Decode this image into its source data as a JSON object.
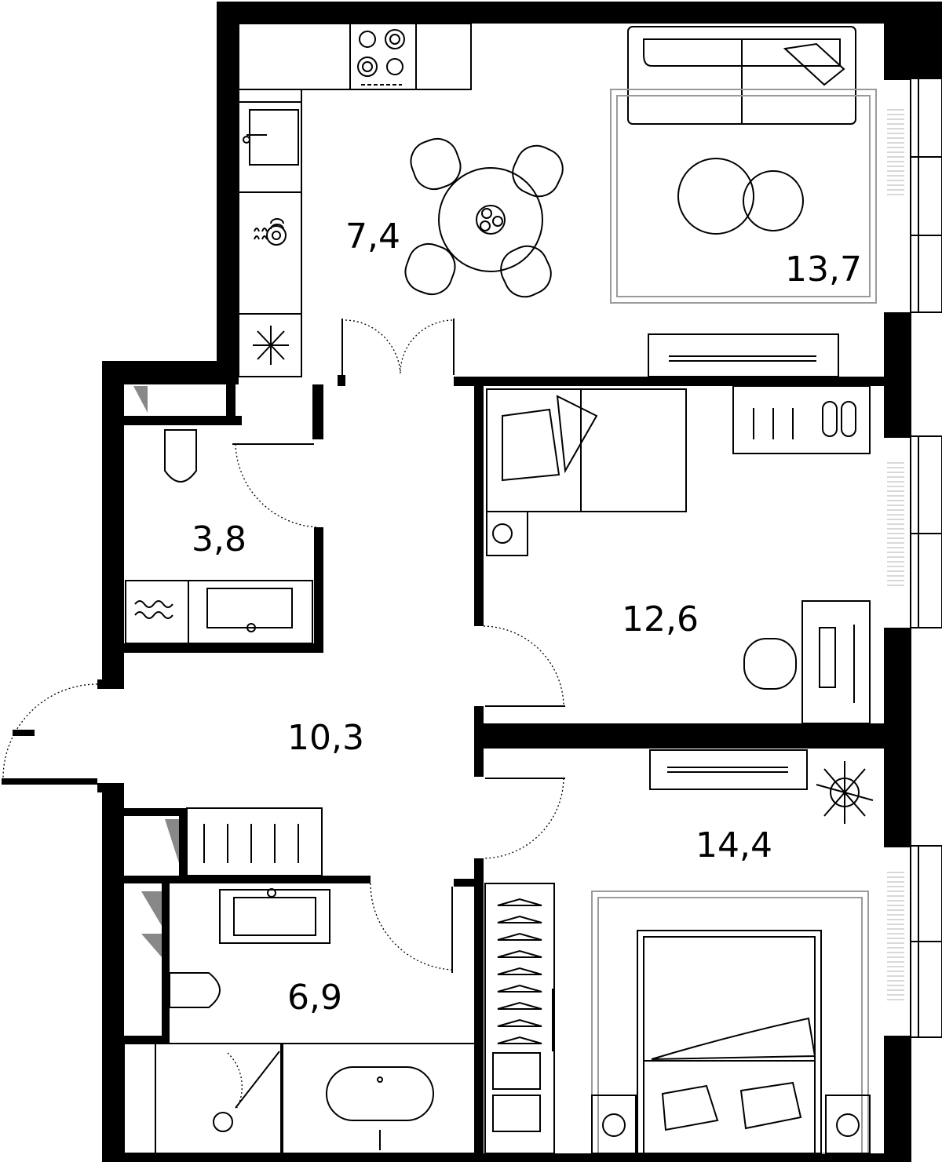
{
  "rooms": [
    {
      "id": "kitchen",
      "area": "7,4"
    },
    {
      "id": "living",
      "area": "13,7"
    },
    {
      "id": "wc",
      "area": "3,8"
    },
    {
      "id": "bedroom-small",
      "area": "12,6"
    },
    {
      "id": "hall",
      "area": "10,3"
    },
    {
      "id": "bedroom-master",
      "area": "14,4"
    },
    {
      "id": "bathroom",
      "area": "6,9"
    }
  ],
  "icons": [
    "stove-icon",
    "sink-icon",
    "dishwasher-icon",
    "fridge-icon",
    "sofa-icon",
    "rug-icon",
    "dining-table-icon",
    "chair-icon",
    "tv-unit-icon",
    "bed-icon",
    "wardrobe-icon",
    "desk-icon",
    "toilet-icon",
    "washbasin-icon",
    "washing-machine-icon",
    "bathtub-icon",
    "shower-icon",
    "plant-icon",
    "nightstand-icon"
  ],
  "colors": {
    "wall": "#000000",
    "furniture_stroke": "#000000",
    "rug_stroke": "#9a9a9a",
    "background": "#ffffff"
  }
}
